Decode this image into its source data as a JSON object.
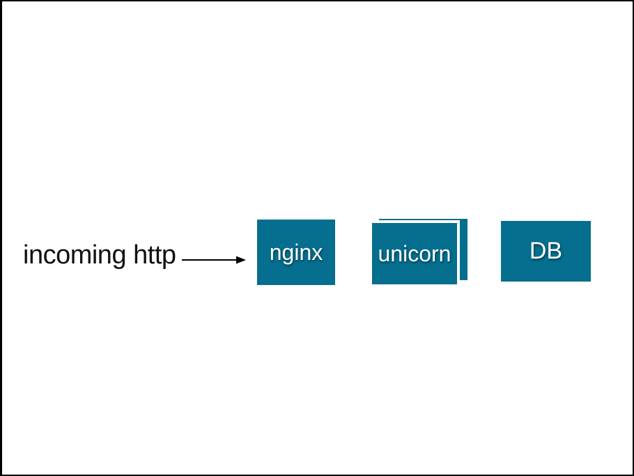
{
  "diagram": {
    "incoming_label": "incoming http",
    "nodes": [
      {
        "id": "nginx",
        "label": "nginx",
        "stacked": false
      },
      {
        "id": "unicorn",
        "label": "unicorn",
        "stacked": true
      },
      {
        "id": "db",
        "label": "DB",
        "stacked": false
      }
    ],
    "edges": [
      {
        "from": "incoming http",
        "to": "nginx",
        "style": "arrow"
      }
    ],
    "colors": {
      "node_fill": "#066e8e",
      "node_text": "#ffffff",
      "arrow": "#000000",
      "background": "#ffffff",
      "border": "#000000"
    }
  }
}
